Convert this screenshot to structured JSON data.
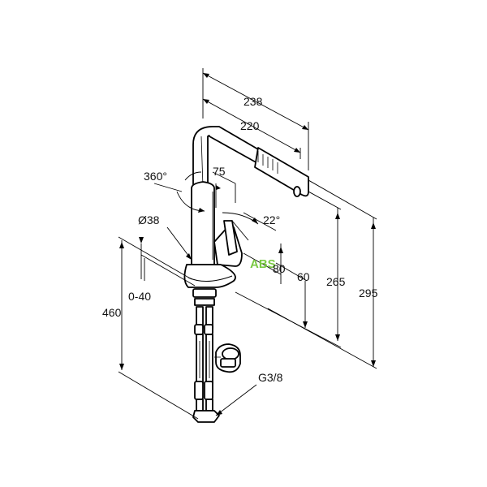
{
  "dimensions": {
    "d238": "238",
    "d220": "220",
    "d360": "360°",
    "d75": "75",
    "d38": "Ø38",
    "d22": "22°",
    "d80": "80",
    "d60": "60",
    "d265": "265",
    "d295": "295",
    "d040": "0-40",
    "d460": "460",
    "thread": "G3/8"
  },
  "watermark": "ABS",
  "colors": {
    "line": "#000000",
    "watermark": "#7ac943",
    "background": "#ffffff"
  }
}
